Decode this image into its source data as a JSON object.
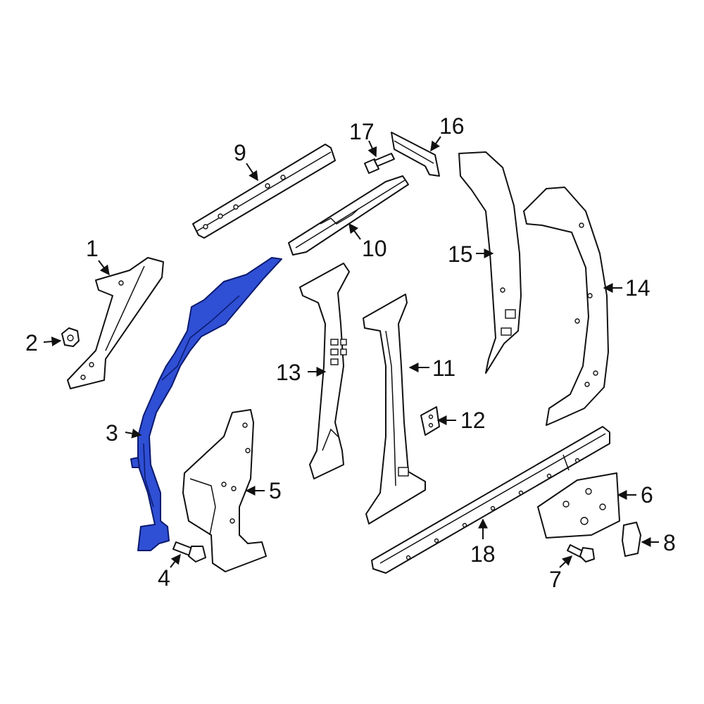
{
  "callouts": {
    "c1": "1",
    "c2": "2",
    "c3": "3",
    "c4": "4",
    "c5": "5",
    "c6": "6",
    "c7": "7",
    "c8": "8",
    "c9": "9",
    "c10": "10",
    "c11": "11",
    "c12": "12",
    "c13": "13",
    "c14": "14",
    "c15": "15",
    "c16": "16",
    "c17": "17",
    "c18": "18"
  },
  "colors": {
    "highlight": "#2f4fd4",
    "outline": "#111111",
    "background": "#ffffff"
  },
  "highlighted_part": "3"
}
